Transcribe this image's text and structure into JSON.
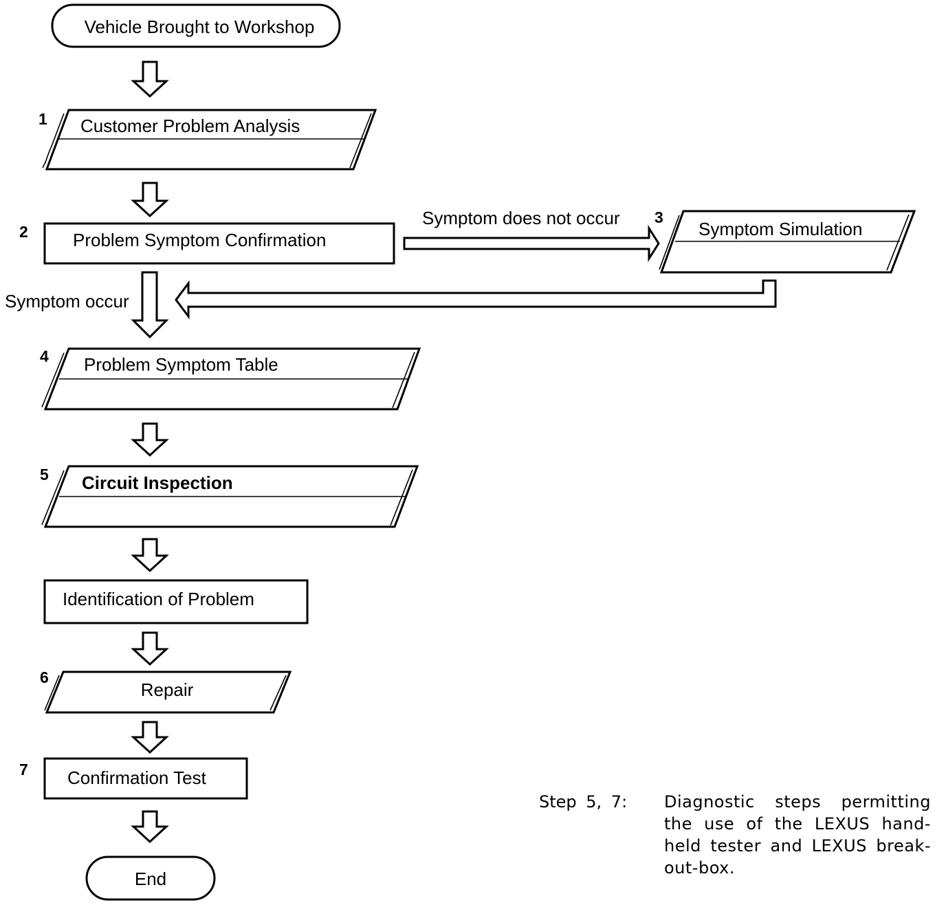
{
  "start": {
    "label": "Vehicle Brought to Workshop"
  },
  "steps": [
    {
      "number": "1",
      "label": "Customer Problem Analysis"
    },
    {
      "number": "2",
      "label": "Problem Symptom Confirmation"
    },
    {
      "number": "3",
      "label": "Symptom Simulation"
    },
    {
      "number": "4",
      "label": "Problem Symptom Table"
    },
    {
      "number": "5",
      "label": "Circuit Inspection"
    },
    {
      "number": "",
      "label": "Identification of Problem"
    },
    {
      "number": "6",
      "label": "Repair"
    },
    {
      "number": "7",
      "label": "Confirmation Test"
    }
  ],
  "end": {
    "label": "End"
  },
  "branches": {
    "not_occur": "Symptom does not occur",
    "occur": "Symptom occur"
  },
  "note": {
    "step_label": "Step 5, 7:",
    "text": "Diagnostic steps permitting the use of the LEXUS hand-held tester and LEXUS break-out-box."
  }
}
